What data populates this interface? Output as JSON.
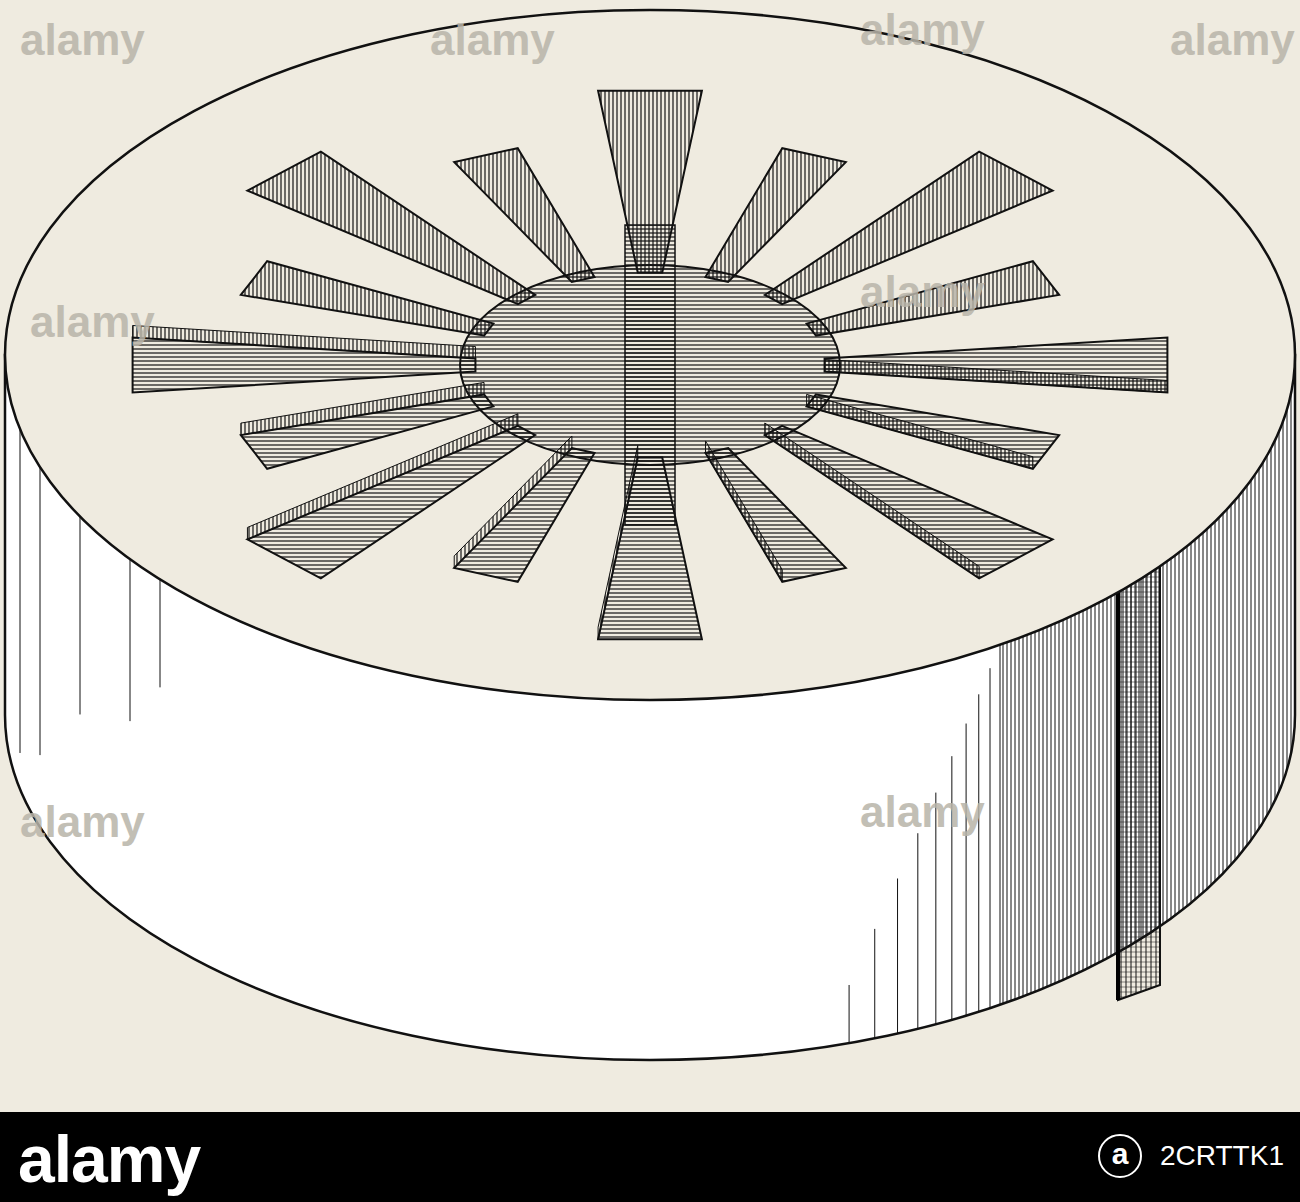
{
  "diagram": {
    "labels": [
      "alamy",
      "alamy",
      "alamy",
      "alamy",
      "alamy",
      "alamy",
      "alamy",
      "alamy",
      "alamy",
      "a",
      "2CRTTK1"
    ]
  }
}
